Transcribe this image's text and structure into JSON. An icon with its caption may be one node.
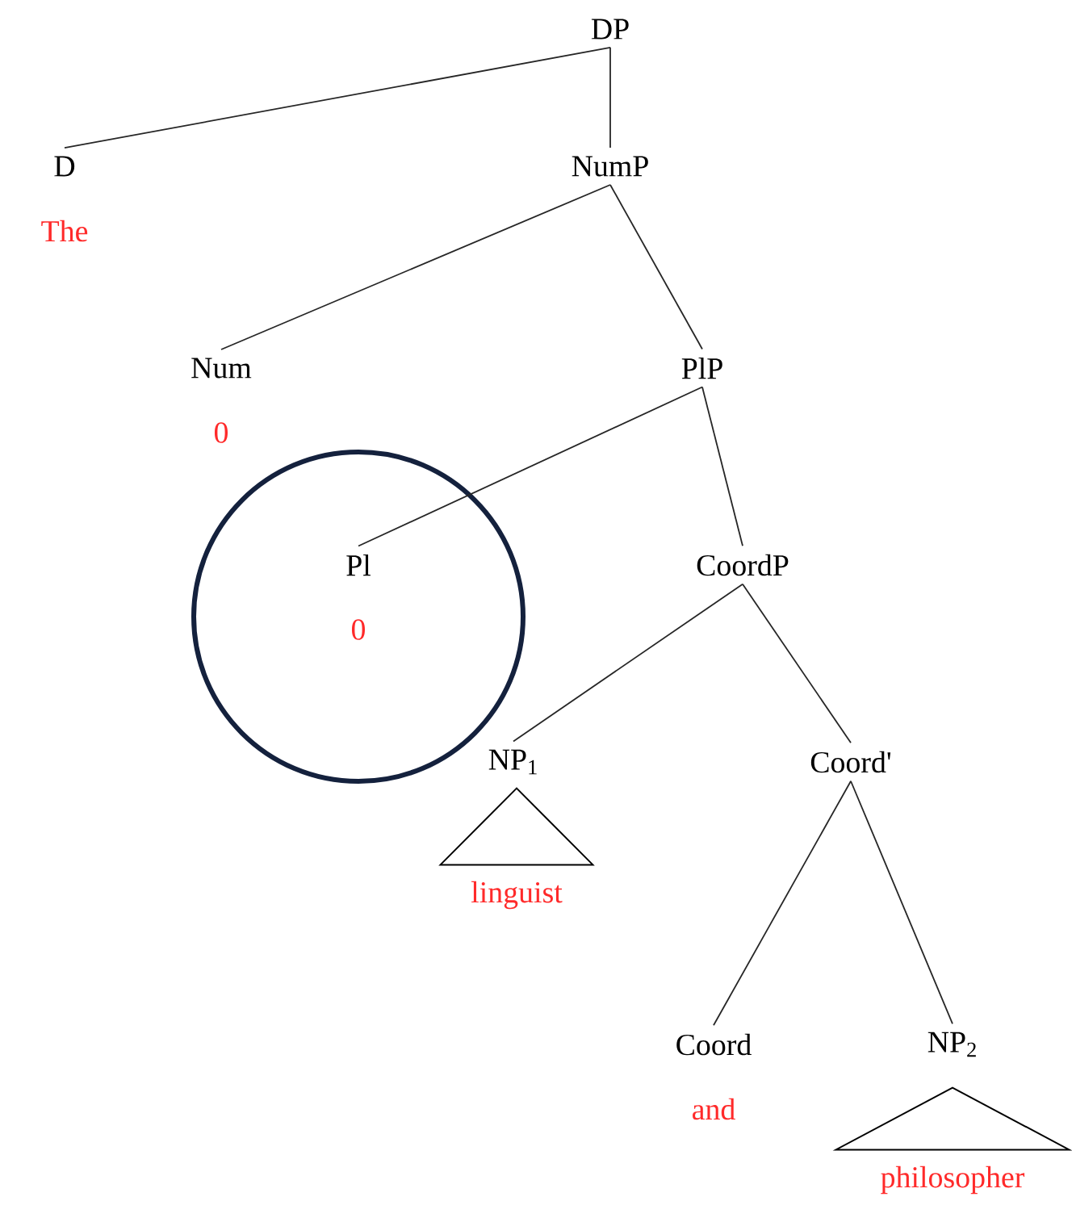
{
  "diagram": {
    "nodes": [
      {
        "text": [
          "DP"
        ]
      },
      {
        "text": [
          "D"
        ],
        "beside": [
          "The"
        ]
      },
      {
        "text": [
          "NumP"
        ]
      },
      {
        "text": [
          "Num"
        ],
        "beside": [
          "0"
        ]
      },
      {
        "text": [
          "PlP"
        ]
      },
      {
        "text": [],
        "shape": "circle"
      },
      {
        "text": [
          "Pl"
        ],
        "beside": [
          "0"
        ],
        "in": 5
      },
      {
        "text": [
          "CoordP"
        ]
      },
      {
        "text": [
          "NP$_{1}$"
        ]
      },
      {
        "text": [
          "linguist"
        ]
      },
      {
        "text": [
          "Coord'"
        ]
      },
      {
        "text": [
          "Coord"
        ],
        "beside": [
          "and"
        ]
      },
      {
        "text": [
          "NP$_{2}$"
        ]
      },
      {
        "text": [
          "philosopher"
        ]
      }
    ],
    "edges": [
      {
        "from": 0,
        "to": 1,
        "arrow": "none"
      },
      {
        "from": 0,
        "to": 2,
        "arrow": "none"
      },
      {
        "from": 2,
        "to": 3,
        "arrow": "none"
      },
      {
        "from": 2,
        "to": 4,
        "arrow": "none"
      },
      {
        "from": 4,
        "to": 6,
        "arrow": "none"
      },
      {
        "from": 4,
        "to": 7,
        "arrow": "none"
      },
      {
        "from": 7,
        "to": 8,
        "arrow": "none"
      },
      {
        "from": 7,
        "to": 10,
        "arrow": "none"
      },
      {
        "from": 10,
        "to": 11,
        "arrow": "none"
      },
      {
        "from": 10,
        "to": 12,
        "arrow": "none"
      }
    ]
  }
}
